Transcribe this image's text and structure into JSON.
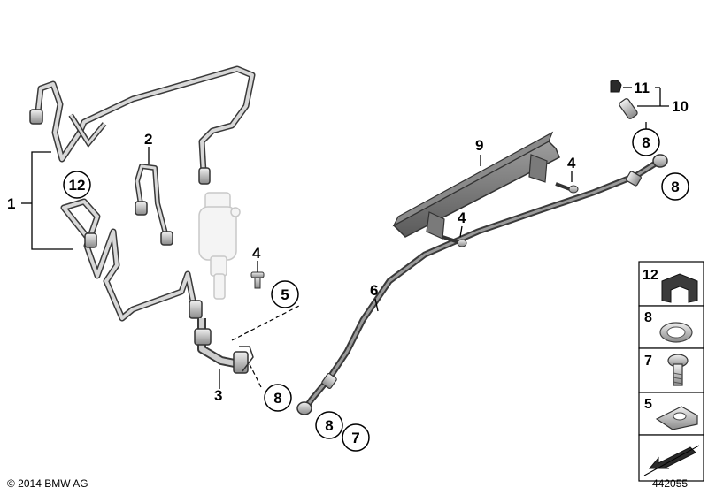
{
  "callouts": {
    "c1": "1",
    "c2": "2",
    "c4a": "4",
    "c4b": "4",
    "c4c": "4",
    "c5": "5",
    "c6": "6",
    "c7": "7",
    "c8a": "8",
    "c8b": "8",
    "c8c": "8",
    "c8d": "8",
    "c9": "9",
    "c10": "10",
    "c11": "11",
    "c12": "12"
  },
  "legend": [
    {
      "number": "12",
      "part": "clip-icon"
    },
    {
      "number": "8",
      "part": "sealing-ring-icon"
    },
    {
      "number": "7",
      "part": "banjo-bolt-icon"
    },
    {
      "number": "5",
      "part": "washer-icon"
    }
  ],
  "footer": {
    "copyright": "© 2014 BMW AG",
    "diagram_number": "442055"
  }
}
